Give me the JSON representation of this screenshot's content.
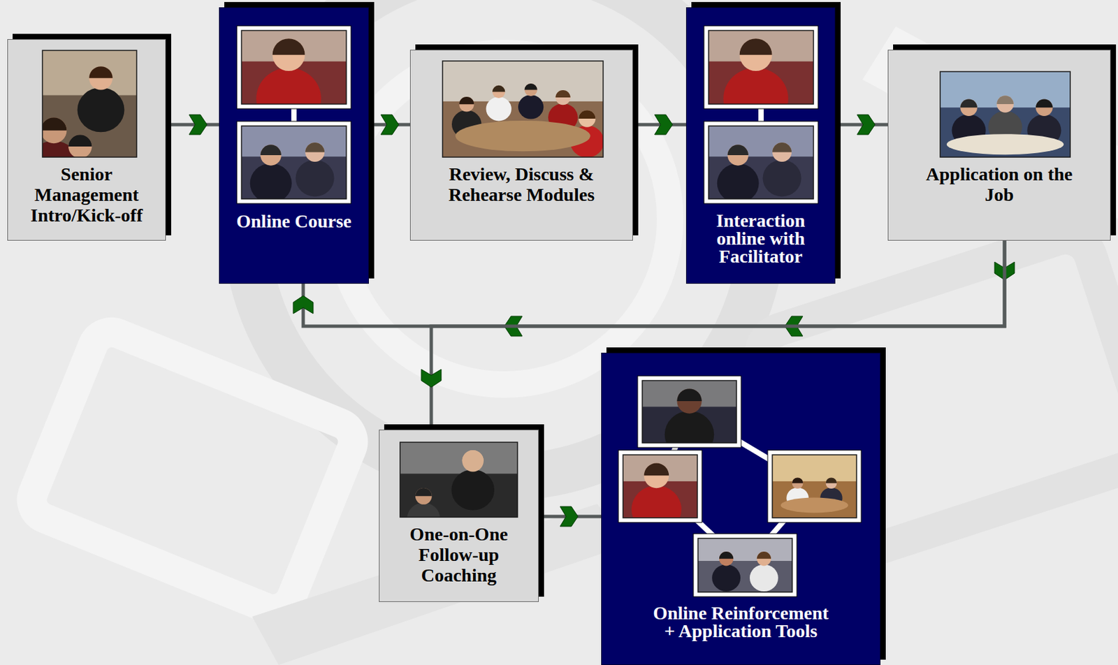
{
  "diagram": {
    "nodes": [
      {
        "text": [
          "Senior Management Intro/Kick-off"
        ]
      },
      {
        "text": [
          "Online Course"
        ]
      },
      {
        "text": [
          "Review, Discuss & Rehearse Modules"
        ]
      },
      {
        "text": [
          "Interaction online with Facilitator"
        ]
      },
      {
        "text": [
          "Application on the Job"
        ]
      },
      {
        "text": [
          "One-on-One Follow-up Coaching"
        ]
      },
      {
        "text": [
          "Online Reinforcement + Application Tools"
        ]
      }
    ],
    "edges": [
      {
        "from": 0,
        "to": 1,
        "arrow": "to"
      },
      {
        "from": 1,
        "to": 2,
        "arrow": "to"
      },
      {
        "from": 2,
        "to": 3,
        "arrow": "to"
      },
      {
        "from": 3,
        "to": 4,
        "arrow": "to"
      },
      {
        "from": 4,
        "to": 1,
        "arrow": "to"
      },
      {
        "from": 4,
        "to": 5,
        "arrow": "to"
      },
      {
        "from": 5,
        "to": 6,
        "arrow": "to"
      }
    ]
  }
}
